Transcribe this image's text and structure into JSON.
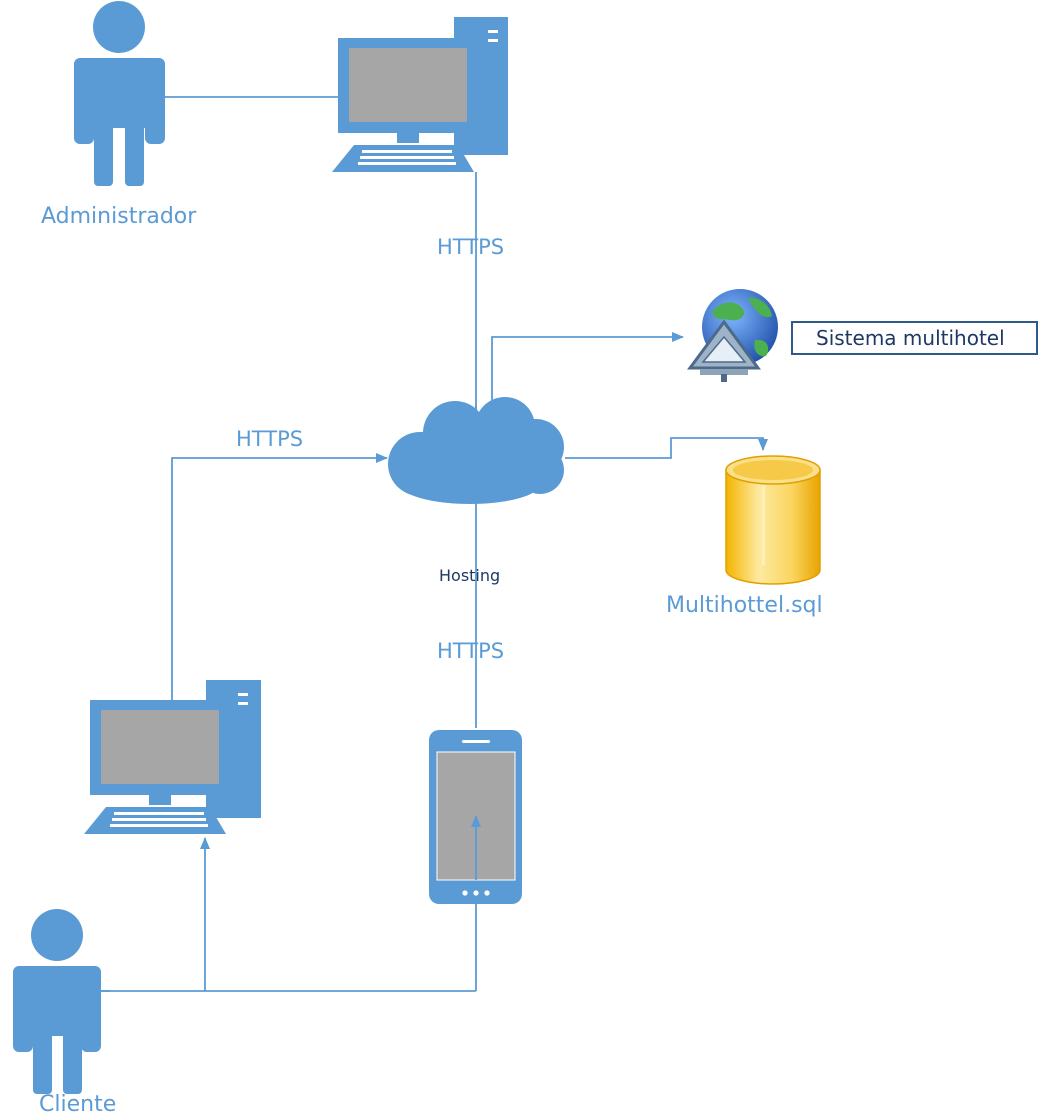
{
  "labels": {
    "admin": "Administrador",
    "client": "Cliente",
    "https_top": "HTTPS",
    "https_left": "HTTPS",
    "https_bottom": "HTTPS",
    "hosting": "Hosting",
    "system": "Sistema multihotel",
    "database": "Multihottel.sql"
  },
  "icons": {
    "admin": "person-icon",
    "admin_pc": "desktop-computer-icon",
    "client": "person-icon",
    "client_pc": "desktop-computer-icon",
    "client_phone": "smartphone-icon",
    "cloud": "cloud-icon",
    "web_app": "globe-web-app-icon",
    "database": "database-cylinder-icon"
  },
  "colors": {
    "accent": "#5b9bd5",
    "screen": "#a6a6a6",
    "dark_text": "#1f3864",
    "db_fill": "#fcd86b",
    "globe": "#3a7bd5"
  }
}
